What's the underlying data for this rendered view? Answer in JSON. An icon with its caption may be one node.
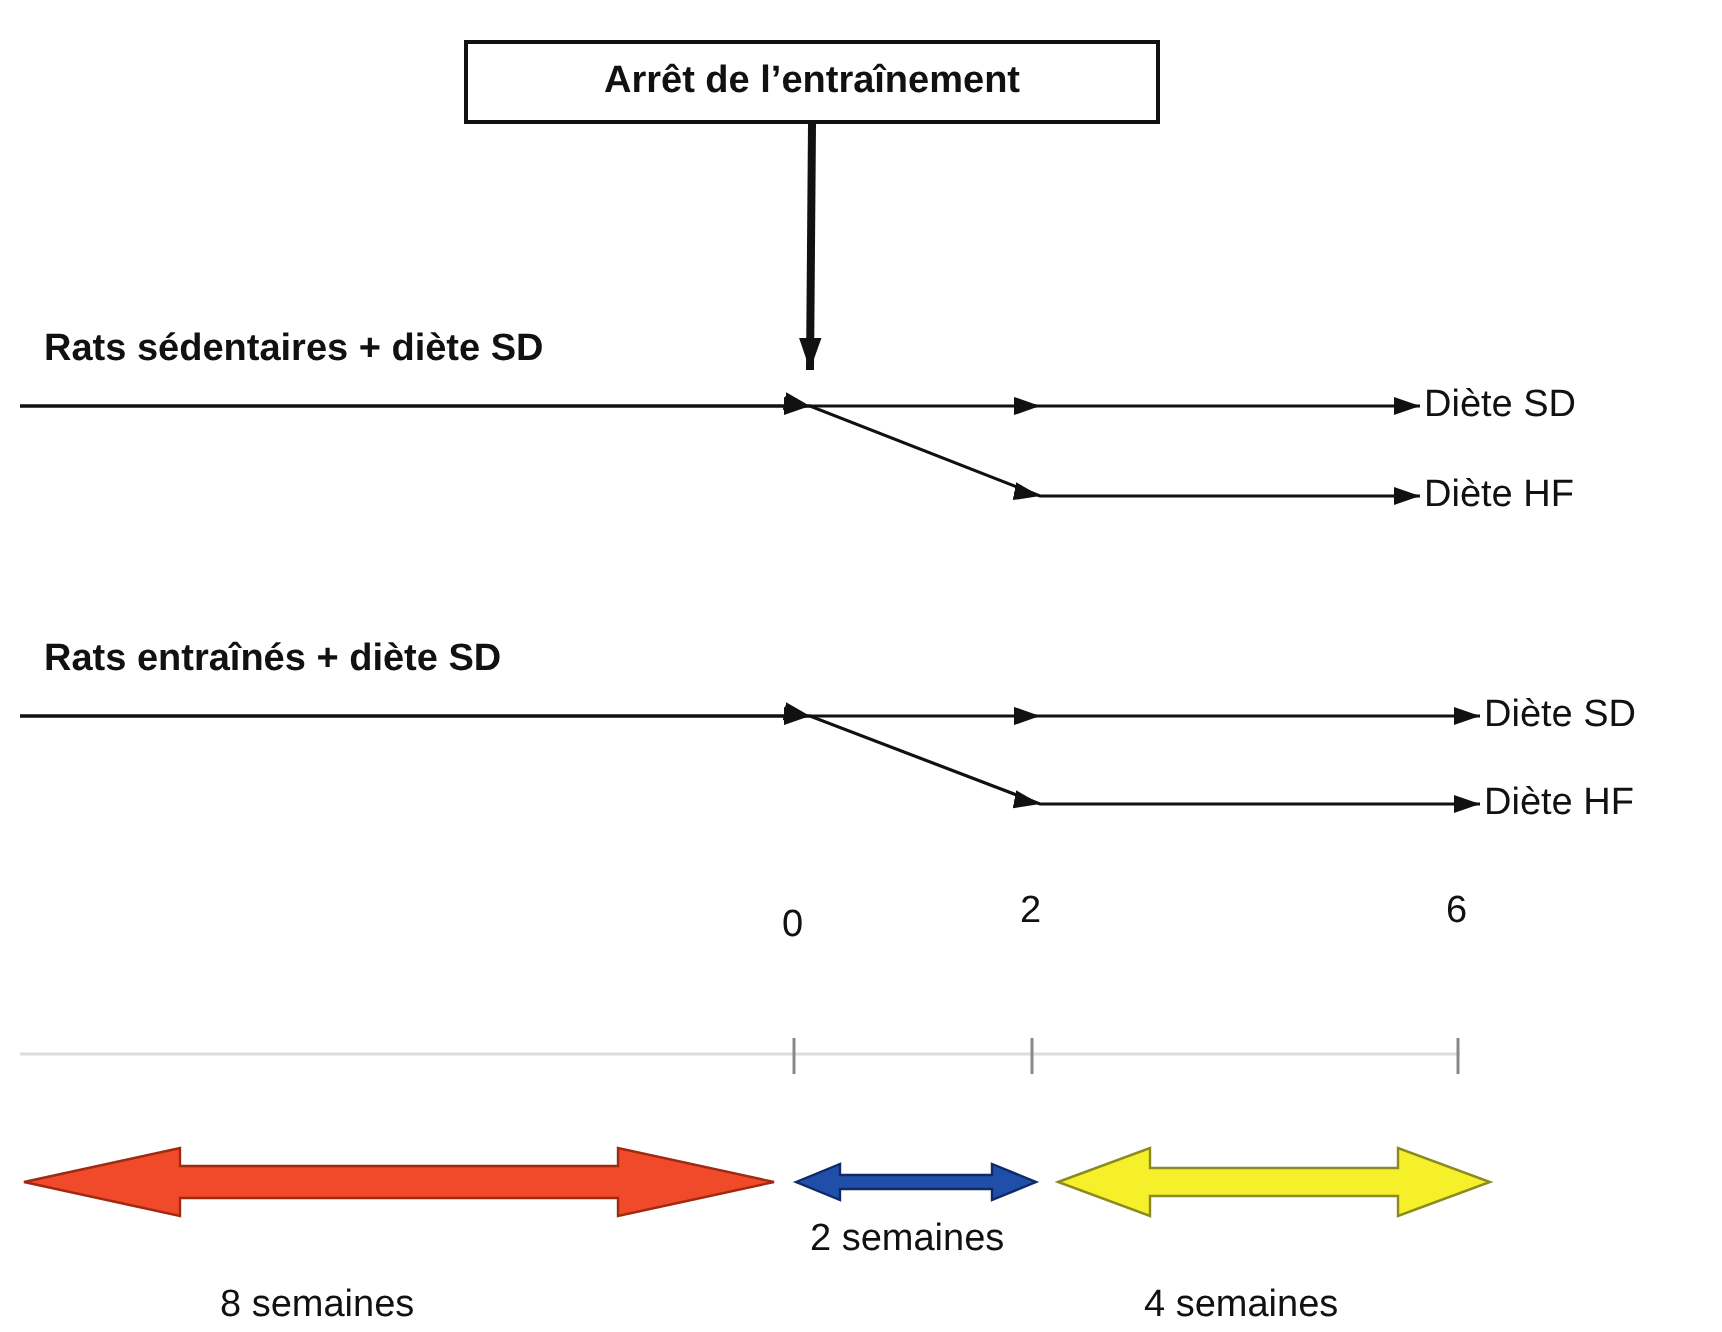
{
  "diagram": {
    "nodes": [
      {
        "text": [
          "Arrêt de l’entraînement"
        ]
      },
      {
        "text": [
          "Rats sédentaires + diète SD"
        ]
      },
      {
        "text": [
          "Diète SD"
        ]
      },
      {
        "text": [
          "Diète HF"
        ]
      },
      {
        "text": [
          "Rats entraînés + diète SD"
        ]
      },
      {
        "text": [
          "Diète SD"
        ]
      },
      {
        "text": [
          "Diète HF"
        ]
      }
    ],
    "edges": [
      {
        "from": 0,
        "to": null,
        "arrow": "to",
        "style": "thick"
      },
      {
        "from": 1,
        "to": 2,
        "arrow": "to"
      },
      {
        "from": 1,
        "to": 3,
        "arrow": "to"
      },
      {
        "from": 4,
        "to": 5,
        "arrow": "to"
      },
      {
        "from": 4,
        "to": 6,
        "arrow": "to"
      }
    ],
    "labels": [
      "0",
      "2",
      "6",
      "2 semaines",
      "8 semaines",
      "4 semaines"
    ]
  }
}
